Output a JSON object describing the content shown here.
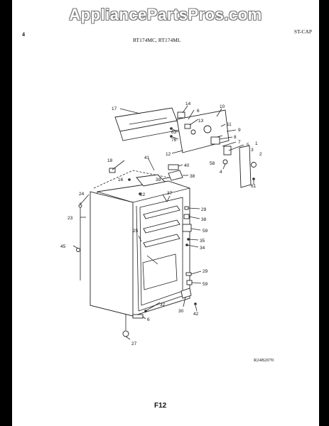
{
  "watermark": "AppliancePartsPros.com",
  "header": {
    "page_number": "4",
    "models": "RT174MC, RT174ML",
    "category": "ST-CAP"
  },
  "footer": {
    "drawing_code": "R24B2070",
    "figure": "F12"
  },
  "callouts": [
    {
      "id": "c17",
      "text": "17"
    },
    {
      "id": "c14",
      "text": "14"
    },
    {
      "id": "c6a",
      "text": "6"
    },
    {
      "id": "c10",
      "text": "10"
    },
    {
      "id": "c11",
      "text": "11"
    },
    {
      "id": "c13",
      "text": "13"
    },
    {
      "id": "c63",
      "text": "63"
    },
    {
      "id": "c76",
      "text": "76"
    },
    {
      "id": "c9",
      "text": "9"
    },
    {
      "id": "c8",
      "text": "8"
    },
    {
      "id": "c7",
      "text": "7"
    },
    {
      "id": "c12",
      "text": "12"
    },
    {
      "id": "c18",
      "text": "18"
    },
    {
      "id": "c41",
      "text": "41"
    },
    {
      "id": "c40",
      "text": "40"
    },
    {
      "id": "c5",
      "text": "5"
    },
    {
      "id": "c1",
      "text": "1"
    },
    {
      "id": "c3",
      "text": "3"
    },
    {
      "id": "c2",
      "text": "2"
    },
    {
      "id": "c58",
      "text": "58"
    },
    {
      "id": "c4",
      "text": "4"
    },
    {
      "id": "c16",
      "text": "16"
    },
    {
      "id": "c39",
      "text": "39"
    },
    {
      "id": "c38a",
      "text": "38"
    },
    {
      "id": "c61",
      "text": "61"
    },
    {
      "id": "c24",
      "text": "24"
    },
    {
      "id": "c22",
      "text": "22"
    },
    {
      "id": "c37",
      "text": "37"
    },
    {
      "id": "c29a",
      "text": "29"
    },
    {
      "id": "c23",
      "text": "23"
    },
    {
      "id": "c38b",
      "text": "38"
    },
    {
      "id": "c25",
      "text": "25"
    },
    {
      "id": "c59a",
      "text": "59"
    },
    {
      "id": "c35",
      "text": "35"
    },
    {
      "id": "c45",
      "text": "45"
    },
    {
      "id": "c34",
      "text": "34"
    },
    {
      "id": "c29b",
      "text": "29"
    },
    {
      "id": "c59b",
      "text": "59"
    },
    {
      "id": "c32",
      "text": "32"
    },
    {
      "id": "c30",
      "text": "30"
    },
    {
      "id": "c42",
      "text": "42"
    },
    {
      "id": "c6b",
      "text": "6"
    },
    {
      "id": "c27",
      "text": "27"
    }
  ]
}
